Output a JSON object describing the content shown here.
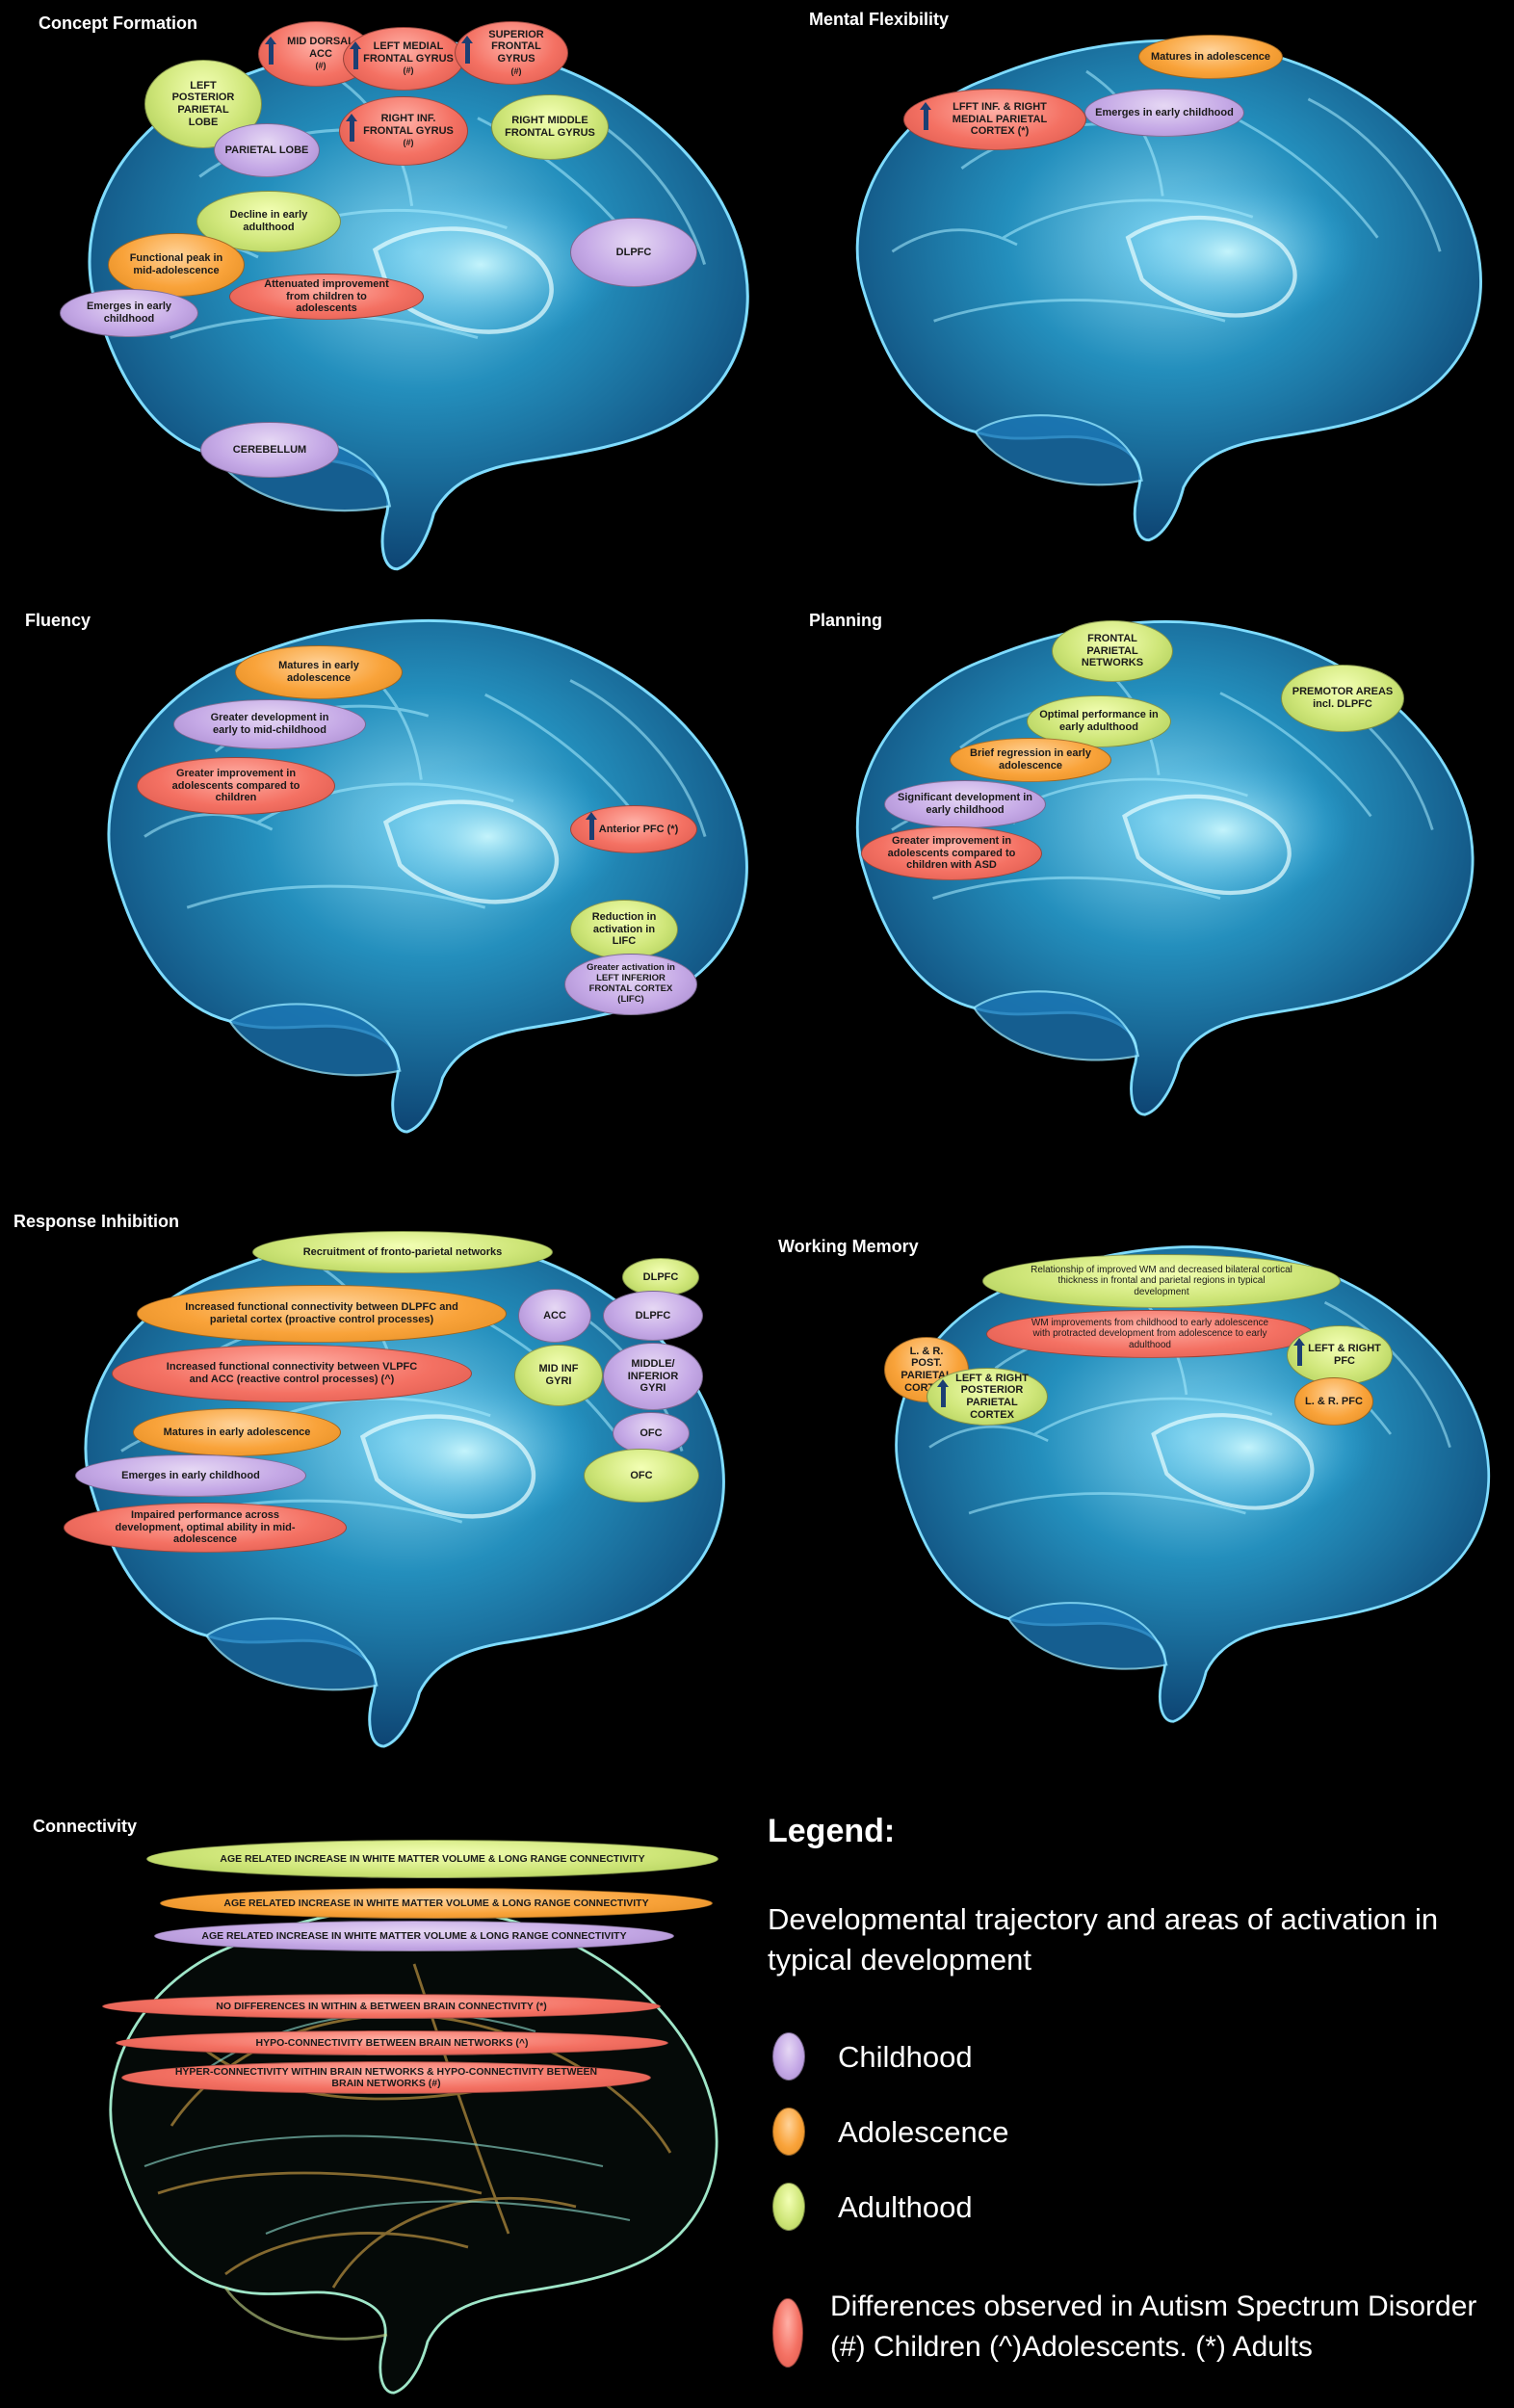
{
  "panels": {
    "concept": {
      "title": "Concept Formation",
      "labels": {
        "mid_dorsal_acc": "MID DORSAL ACC",
        "mid_dorsal_acc_mark": "(#)",
        "left_medial_frontal": "LEFT MEDIAL FRONTAL GYRUS",
        "left_medial_frontal_mark": "(#)",
        "superior_frontal": "SUPERIOR FRONTAL GYRUS",
        "superior_frontal_mark": "(#)",
        "left_post_parietal": "LEFT POSTERIOR PARIETAL LOBE",
        "parietal_lobe": "PARIETAL LOBE",
        "right_inf_frontal": "RIGHT INF. FRONTAL GYRUS",
        "right_inf_frontal_mark": "(#)",
        "right_middle_frontal": "RIGHT MIDDLE FRONTAL GYRUS",
        "decline_early_adult": "Decline in early adulthood",
        "functional_peak": "Functional peak in mid-adolescence",
        "emerges_early_child": "Emerges in early childhood",
        "attenuated": "Attenuated improvement from children to adolescents",
        "dlpfc": "DLPFC",
        "cerebellum": "CEREBELLUM"
      }
    },
    "flexibility": {
      "title": "Mental Flexibility",
      "labels": {
        "matures_adolescence": "Matures in adolescence",
        "emerges_early_child": "Emerges in early childhood",
        "lfft_inf": "LFFT INF. & RIGHT MEDIAL PARIETAL CORTEX (*)"
      }
    },
    "fluency": {
      "title": "Fluency",
      "labels": {
        "matures_early_adol": "Matures in early adolescence",
        "greater_development": "Greater development in early to mid-childhood",
        "greater_improvement": "Greater improvement in adolescents compared to children",
        "anterior_pfc": "Anterior PFC (*)",
        "reduction": "Reduction in activation in LIFC",
        "greater_activation": "Greater activation in LEFT INFERIOR FRONTAL CORTEX (LIFC)"
      }
    },
    "planning": {
      "title": "Planning",
      "labels": {
        "frontal_parietal": "FRONTAL PARIETAL NETWORKS",
        "premotor": "PREMOTOR AREAS incl. DLPFC",
        "optimal_performance": "Optimal performance in early adulthood",
        "brief_regression": "Brief regression in early adolescence",
        "significant_development": "Significant development in early childhood",
        "greater_improvement_asd": "Greater improvement in adolescents compared to children with ASD"
      }
    },
    "inhibition": {
      "title": "Response Inhibition",
      "labels": {
        "recruitment": "Recruitment of fronto-parietal networks",
        "dlpfc_top": "DLPFC",
        "increased_dlpfc": "Increased functional connectivity between DLPFC and parietal cortex (proactive control processes)",
        "acc": "ACC",
        "dlpfc_mid": "DLPFC",
        "increased_vlpfc": "Increased functional connectivity between VLPFC and ACC (reactive control processes) (^)",
        "mid_inf_gyri": "MID INF GYRI",
        "middle_inferior_gyri": "MIDDLE/ INFERIOR GYRI",
        "matures_early_adol": "Matures in early adolescence",
        "ofc_1": "OFC",
        "emerges_early_child": "Emerges in early childhood",
        "ofc_2": "OFC",
        "impaired": "Impaired performance across development, optimal ability in mid-adolescence"
      }
    },
    "working_memory": {
      "title": "Working Memory",
      "labels": {
        "relationship": "Relationship of improved WM and decreased bilateral cortical thickness in frontal and parietal regions in typical development",
        "wm_improvements": "WM improvements from childhood to early adolescence with protracted development from adolescence to early adulthood",
        "lr_post_parietal": "L. & R. POST. PARIETAL CORTEX",
        "left_right_posterior": "LEFT & RIGHT POSTERIOR PARIETAL CORTEX",
        "left_right_pfc": "LEFT & RIGHT PFC",
        "lr_pfc": "L. & R. PFC"
      }
    },
    "connectivity": {
      "title": "Connectivity",
      "labels": {
        "bar1": "AGE RELATED INCREASE IN WHITE MATTER VOLUME & LONG RANGE CONNECTIVITY",
        "bar2": "AGE RELATED INCREASE IN WHITE MATTER VOLUME & LONG RANGE CONNECTIVITY",
        "bar3": "AGE RELATED INCREASE IN WHITE MATTER VOLUME & LONG RANGE CONNECTIVITY",
        "bar4": "NO DIFFERENCES IN WITHIN & BETWEEN BRAIN CONNECTIVITY (*)",
        "bar5": "HYPO-CONNECTIVITY BETWEEN BRAIN NETWORKS (^)",
        "bar6": "HYPER-CONNECTIVITY WITHIN BRAIN NETWORKS & HYPO-CONNECTIVITY BETWEEN BRAIN NETWORKS (#)"
      }
    }
  },
  "legend": {
    "title": "Legend:",
    "subtitle": "Developmental trajectory and areas of activation in typical development",
    "childhood": "Childhood",
    "adolescence": "Adolescence",
    "adulthood": "Adulthood",
    "asd_line1": "Differences observed in Autism Spectrum Disorder",
    "asd_line2": "(#) Children (^)Adolescents. (*) Adults"
  },
  "colors": {
    "childhood": "#c5a9e6",
    "adolescence": "#f9a33a",
    "adulthood": "#cfe679",
    "asd": "#f47163",
    "brain": "#3fb8e8"
  }
}
